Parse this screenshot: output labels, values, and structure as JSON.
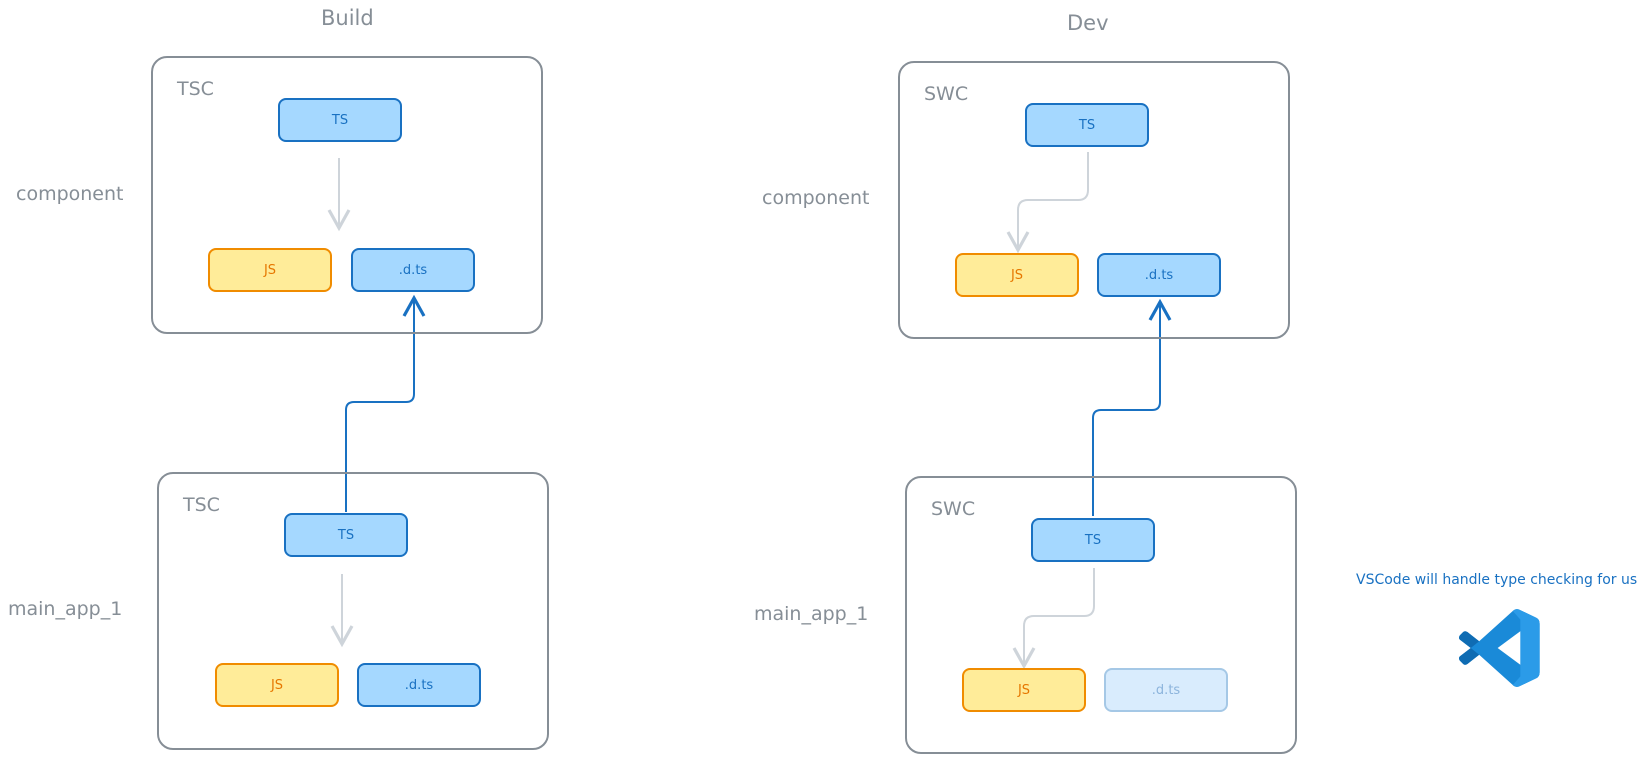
{
  "columns": [
    {
      "title": "Build",
      "sections": [
        {
          "row_label": "component",
          "compiler": "TSC",
          "ts": "TS",
          "js": "JS",
          "dts": ".d.ts",
          "dts_faded": false
        },
        {
          "row_label": "main_app_1",
          "compiler": "TSC",
          "ts": "TS",
          "js": "JS",
          "dts": ".d.ts",
          "dts_faded": false
        }
      ]
    },
    {
      "title": "Dev",
      "sections": [
        {
          "row_label": "component",
          "compiler": "SWC",
          "ts": "TS",
          "js": "JS",
          "dts": ".d.ts",
          "dts_faded": false
        },
        {
          "row_label": "main_app_1",
          "compiler": "SWC",
          "ts": "TS",
          "js": "JS",
          "dts": ".d.ts",
          "dts_faded": true
        }
      ]
    }
  ],
  "note": {
    "text": "VSCode will handle type checking for us",
    "icon": "vscode-icon"
  },
  "colors": {
    "frame": "#868e96",
    "ts_fill": "#a5d8ff",
    "ts_stroke": "#1971c2",
    "js_fill": "#ffec99",
    "js_stroke": "#f08c00",
    "arrow_internal": "#ced4da",
    "arrow_dependency": "#1971c2"
  }
}
